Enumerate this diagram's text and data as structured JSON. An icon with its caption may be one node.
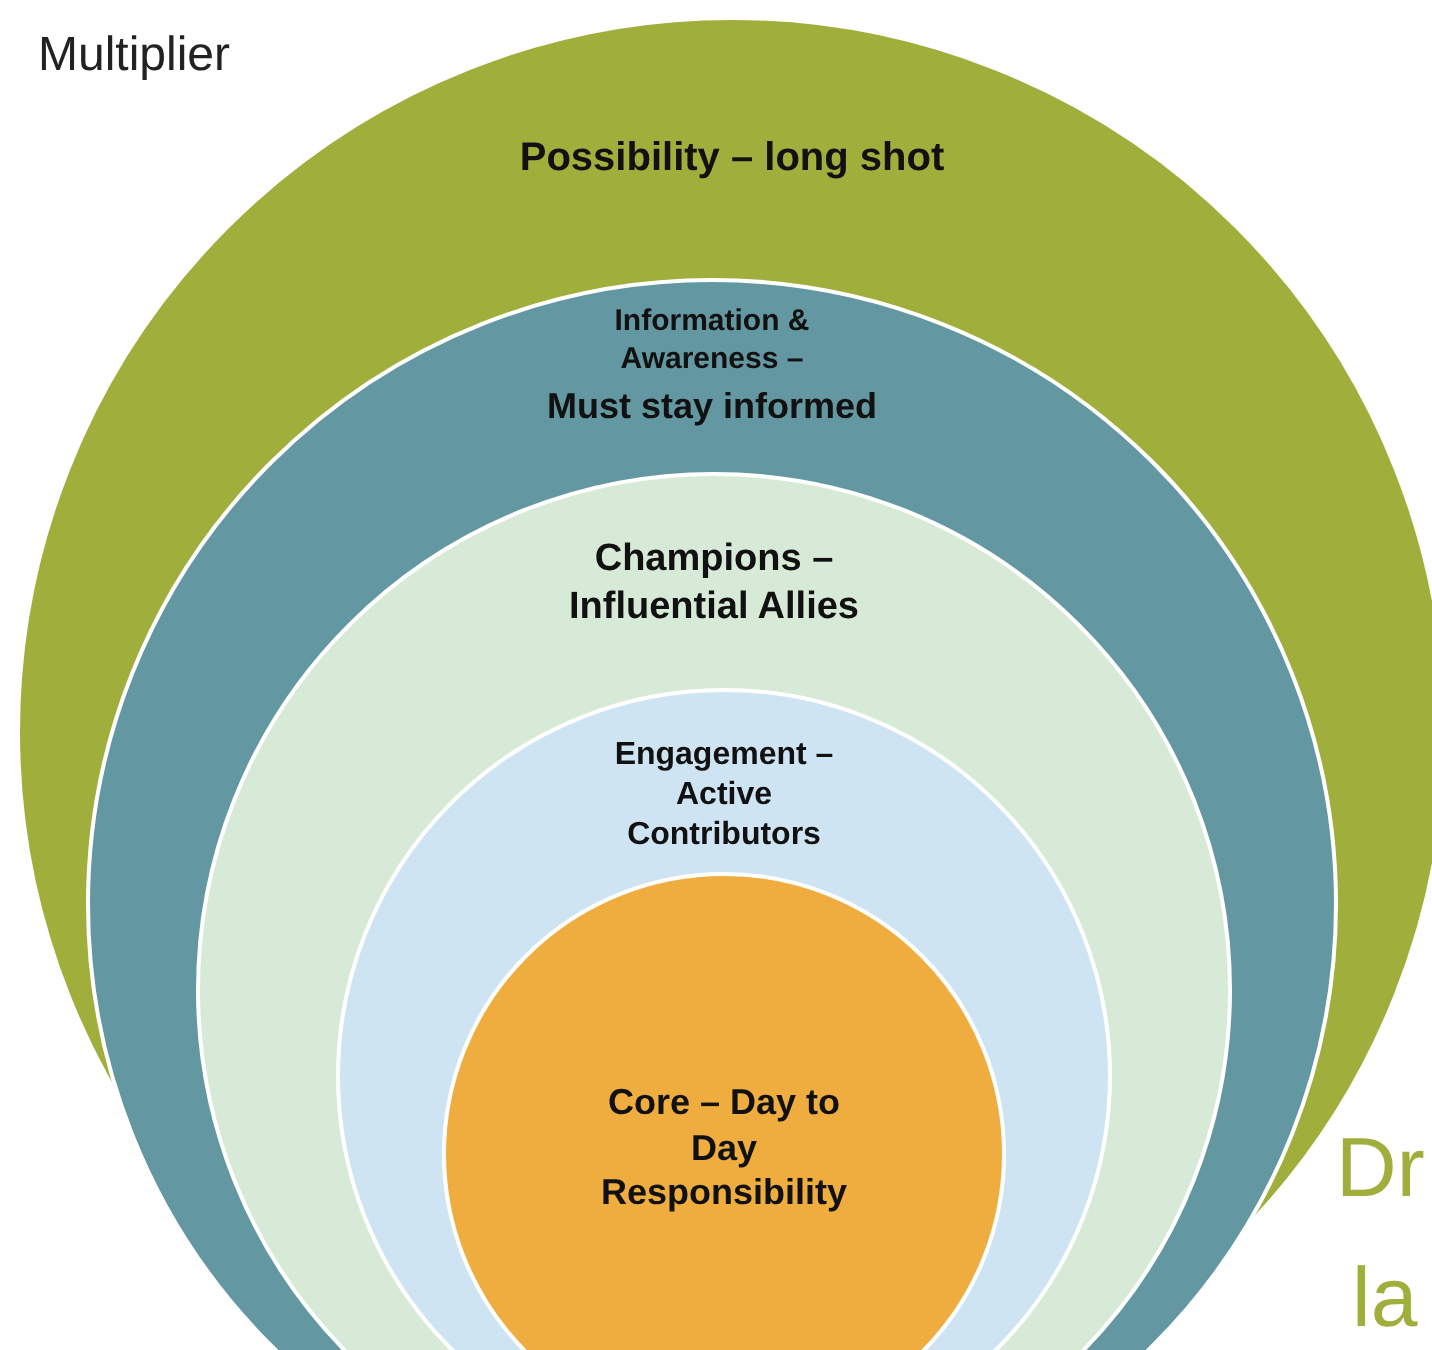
{
  "diagram": {
    "nodes": [
      {
        "text": [
          "Possibility – long shot"
        ]
      },
      {
        "text": [
          "Information & Awareness –",
          "Must stay informed"
        ],
        "in": 0
      },
      {
        "text": [
          "Champions – Influential Allies"
        ],
        "in": 1
      },
      {
        "text": [
          "Engagement – Active Contributors"
        ],
        "in": 2
      },
      {
        "text": [
          "Core – Day to Day Responsibility"
        ],
        "in": 3
      }
    ],
    "labels": [
      "Multiplier",
      "Dr",
      "la"
    ]
  }
}
